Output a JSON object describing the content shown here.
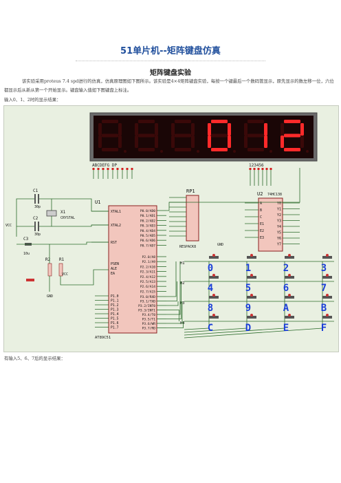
{
  "document": {
    "title": "51单片机--矩阵键盘仿真",
    "section_heading": "矩阵键盘实验",
    "intro": "该实验采用proteus 7.4 spd进行的仿真，仿真原理图如下图所示。该实验是4×4矩阵键盘实验，每按一个键最后一个数码管显示，原先显示的数左移一位，六位都显示后从新从第一个开始显示。键盘输入值如下图键盘上标注。",
    "caption_1": "输入0、1、2时的显示结果：",
    "caption_2": "有输入5、6、7后的显示结果："
  },
  "schematic": {
    "display": {
      "digits": [
        "",
        "",
        "",
        "0",
        "1",
        "2"
      ],
      "segment_pin_label": "ABCDEFG DP",
      "digit_pin_label": "123456"
    },
    "labels": {
      "u1": "U1",
      "u1_part": "AT89C51",
      "u2": "U2",
      "u2_part": "74HC138",
      "rp1": "RP1",
      "rp1_part": "RESPACK8",
      "x1": "X1",
      "crystal": "CRYSTAL",
      "c1": "C1",
      "c2": "C2",
      "c3": "C3",
      "c1_val": "30p",
      "c2_val": "30p",
      "c3_val": "10u",
      "r2": "R2",
      "r1": "R1",
      "vcc": "VCC",
      "gnd": "GND",
      "xtal1": "XTAL1",
      "xtal2": "XTAL2",
      "rst": "RST",
      "psen": "PSEN",
      "ale": "ALE",
      "ea": "EA"
    },
    "u1_port0": [
      "P0.0/AD0",
      "P0.1/AD1",
      "P0.2/AD2",
      "P0.3/AD3",
      "P0.4/AD4",
      "P0.5/AD5",
      "P0.6/AD6",
      "P0.7/AD7"
    ],
    "u1_port1": [
      "P1.0",
      "P1.1",
      "P1.2",
      "P1.3",
      "P1.4",
      "P1.5",
      "P1.6",
      "P1.7"
    ],
    "u1_port2": [
      "P2.0/A8",
      "P2.1/A9",
      "P2.2/A10",
      "P2.3/A11",
      "P2.4/A12",
      "P2.5/A13",
      "P2.6/A14",
      "P2.7/A15"
    ],
    "u1_port3": [
      "P3.0/RXD",
      "P3.1/TXD",
      "P3.2/INT0",
      "P3.3/INT1",
      "P3.4/T0",
      "P3.5/T1",
      "P3.6/WR",
      "P3.7/RD"
    ],
    "u2_inputs": [
      "A",
      "B",
      "C",
      "E1",
      "E2",
      "E3"
    ],
    "u2_outputs": [
      "Y0",
      "Y1",
      "Y2",
      "Y3",
      "Y4",
      "Y5",
      "Y6",
      "Y7"
    ],
    "row_labels": [
      "H1",
      "H2",
      "H3",
      "H4"
    ],
    "keys": [
      "0",
      "1",
      "2",
      "3",
      "4",
      "5",
      "6",
      "7",
      "8",
      "9",
      "A",
      "B",
      "C",
      "D",
      "E",
      "F"
    ],
    "colors": {
      "background": "#e9f0e1",
      "component_body": "#f2c6bd",
      "outline": "#8a1f1f",
      "wire": "#2a6a2a",
      "digit_on": "#ff2a2a",
      "digit_off": "#3a0909",
      "display_body": "#1a0606",
      "key_label": "#1b3fd8",
      "pin_marker": "#d42020"
    }
  }
}
